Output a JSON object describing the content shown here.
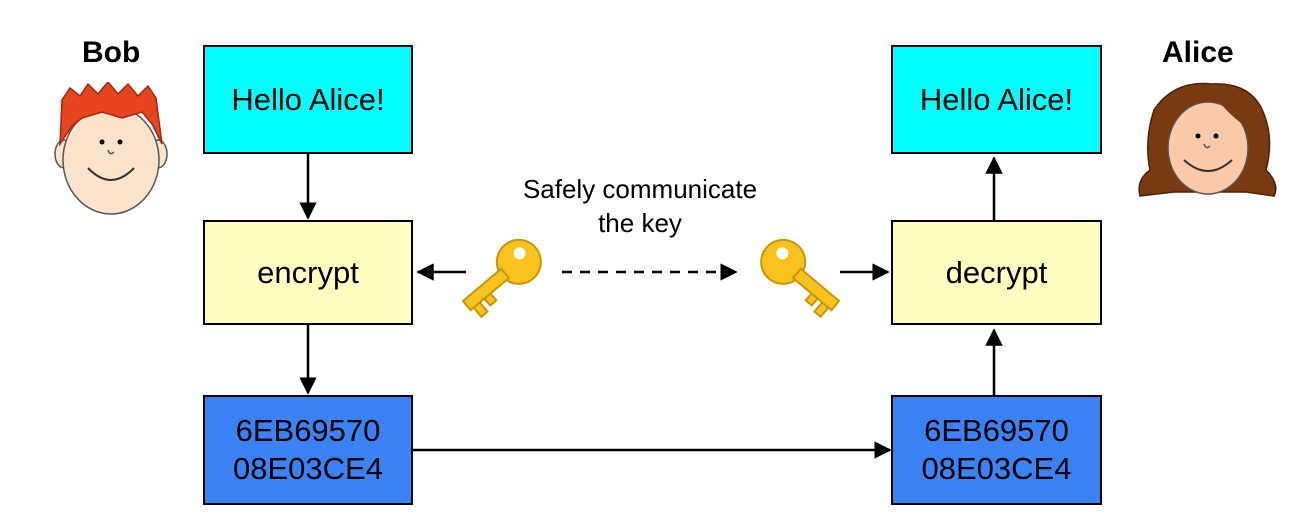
{
  "sender": {
    "name": "Bob"
  },
  "receiver": {
    "name": "Alice"
  },
  "left": {
    "plaintext": "Hello Alice!",
    "operation": "encrypt",
    "ciphertext": [
      "6EB69570",
      "08E03CE4"
    ]
  },
  "right": {
    "plaintext": "Hello Alice!",
    "operation": "decrypt",
    "ciphertext": [
      "6EB69570",
      "08E03CE4"
    ]
  },
  "key_exchange": {
    "caption_line1": "Safely communicate",
    "caption_line2": "the key"
  },
  "colors": {
    "plaintext": "#00ffff",
    "operation": "#ffffc0",
    "ciphertext": "#3b82f6",
    "key": "#f5c518"
  }
}
